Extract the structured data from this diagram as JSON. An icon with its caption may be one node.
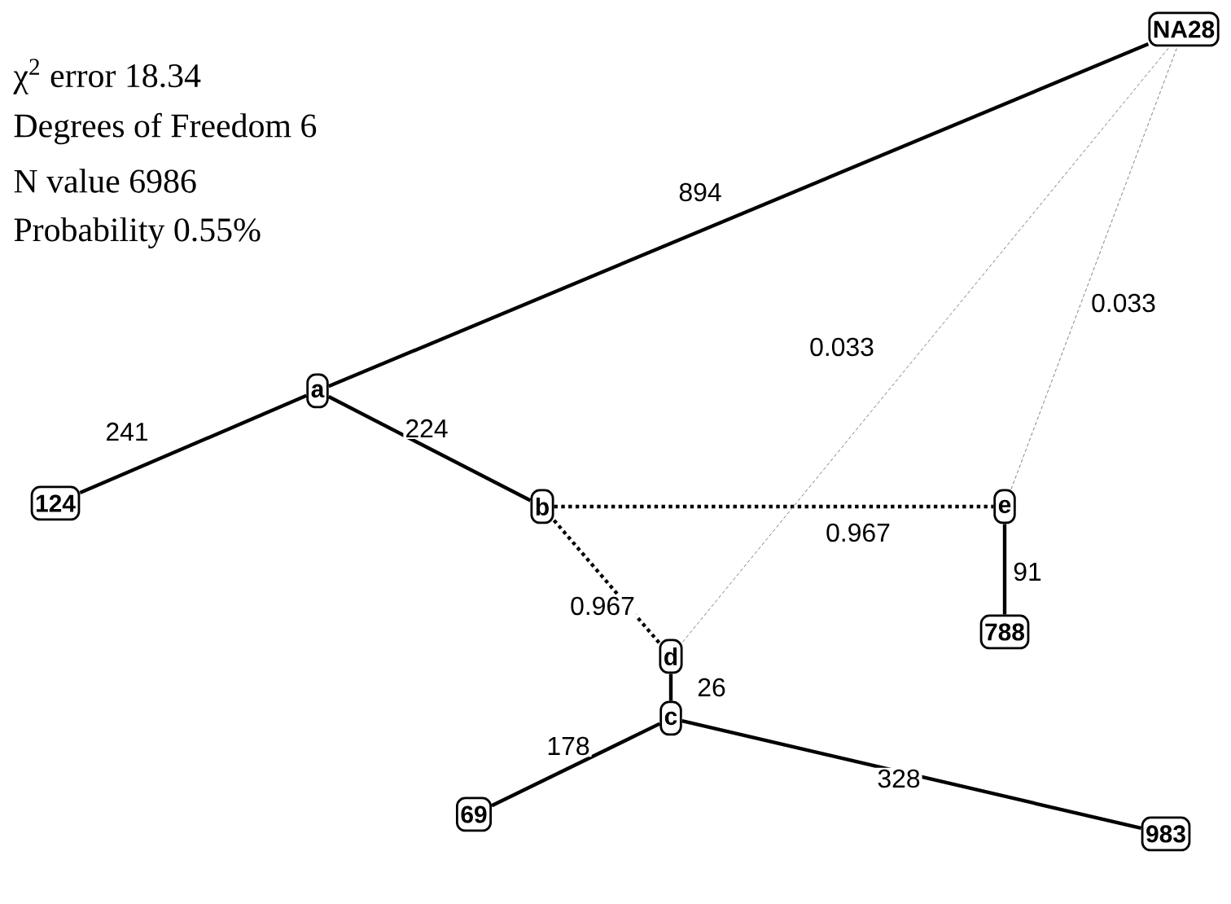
{
  "diagram": {
    "nodes": [
      {
        "text": [
          "NA28"
        ]
      },
      {
        "text": [
          "a"
        ]
      },
      {
        "text": [
          "124"
        ]
      },
      {
        "text": [
          "b"
        ]
      },
      {
        "text": [
          "e"
        ]
      },
      {
        "text": [
          "d"
        ]
      },
      {
        "text": [
          "788"
        ]
      },
      {
        "text": [
          "c"
        ]
      },
      {
        "text": [
          "69"
        ]
      },
      {
        "text": [
          "983"
        ]
      }
    ],
    "edges": [
      {
        "from": 1,
        "to": 0,
        "arrow": "none",
        "label": "894"
      },
      {
        "from": 2,
        "to": 1,
        "arrow": "none",
        "label": "241"
      },
      {
        "from": 1,
        "to": 3,
        "arrow": "none",
        "label": "224"
      },
      {
        "from": 3,
        "to": 4,
        "arrow": "none",
        "label": "0.967",
        "style": "dashed"
      },
      {
        "from": 4,
        "to": 0,
        "arrow": "none",
        "label": "0.033",
        "style": "dashed",
        "color": "#808080"
      },
      {
        "from": 5,
        "to": 0,
        "arrow": "none",
        "label": "0.033",
        "style": "dashed",
        "color": "#808080"
      },
      {
        "from": 3,
        "to": 5,
        "arrow": "none",
        "label": "0.967",
        "style": "dashed"
      },
      {
        "from": 4,
        "to": 6,
        "arrow": "none",
        "label": "91"
      },
      {
        "from": 5,
        "to": 7,
        "arrow": "none",
        "label": "26"
      },
      {
        "from": 7,
        "to": 8,
        "arrow": "none",
        "label": "178"
      },
      {
        "from": 7,
        "to": 9,
        "arrow": "none",
        "label": "328"
      }
    ],
    "labels": [
      "χ$^{2}$ error  18.34",
      "Degrees of Freedom  6",
      "N value  6986",
      "Probability  0.55%"
    ]
  }
}
